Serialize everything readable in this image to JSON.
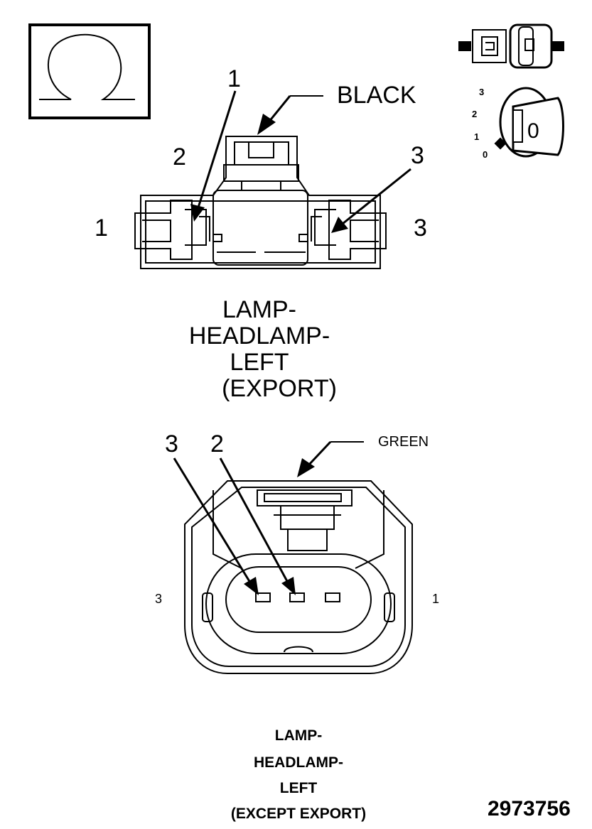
{
  "top_connector": {
    "color_label": "BLACK",
    "cavity_labels": [
      "1",
      "2",
      "3"
    ],
    "callout_labels": [
      "1",
      "3"
    ],
    "title_lines": [
      "LAMP-",
      "HEADLAMP-",
      "LEFT",
      "(EXPORT)"
    ]
  },
  "bottom_connector": {
    "color_label": "GREEN",
    "callout_labels": [
      "3",
      "2"
    ],
    "side_labels": [
      "3",
      "1"
    ],
    "title_lines": [
      "LAMP-",
      "HEADLAMP-",
      "LEFT",
      "(EXCEPT EXPORT)"
    ]
  },
  "ignition_switch": {
    "positions": [
      "3",
      "2",
      "1",
      "0"
    ],
    "key_label": "0"
  },
  "icons": [
    "ohm-symbol-icon",
    "connector-disconnected-icon",
    "ignition-key-off-icon"
  ],
  "figure_number": "2973756"
}
